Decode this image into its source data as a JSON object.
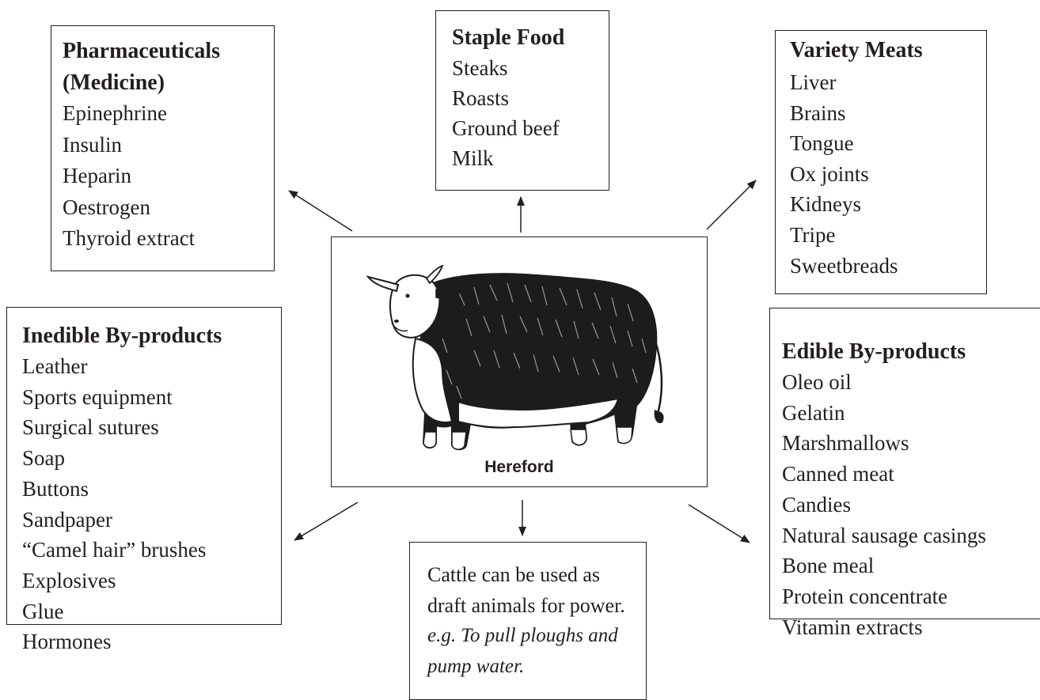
{
  "center": {
    "label": "Hereford"
  },
  "pharmaceuticals": {
    "title": "Pharmaceuticals (Medicine)",
    "title_line1": "Pharmaceuticals",
    "title_line2": "(Medicine)",
    "items": [
      "Epinephrine",
      "Insulin",
      "Heparin",
      "Oestrogen",
      "Thyroid extract"
    ]
  },
  "staple_food": {
    "title": "Staple Food",
    "items": [
      "Steaks",
      "Roasts",
      "Ground beef",
      "Milk"
    ]
  },
  "variety_meats": {
    "title": "Variety Meats",
    "items": [
      "Liver",
      "Brains",
      "Tongue",
      "Ox joints",
      "Kidneys",
      "Tripe",
      "Sweetbreads"
    ]
  },
  "inedible_byproducts": {
    "title": "Inedible By-products",
    "items": [
      "Leather",
      "Sports equipment",
      "Surgical sutures",
      "Soap",
      "Buttons",
      "Sandpaper",
      "“Camel hair” brushes",
      "Explosives",
      "Glue",
      "Hormones"
    ]
  },
  "edible_byproducts": {
    "title": "Edible By-products",
    "items": [
      "Oleo oil",
      "Gelatin",
      "Marshmallows",
      "Canned meat",
      "Candies",
      "Natural sausage casings",
      "Bone meal",
      "Protein concentrate",
      "Vitamin extracts"
    ]
  },
  "draft_animals": {
    "line1": "Cattle can be used as",
    "line2": "draft animals for power.",
    "example_line1": "e.g. To pull ploughs and",
    "example_line2": "pump water."
  }
}
